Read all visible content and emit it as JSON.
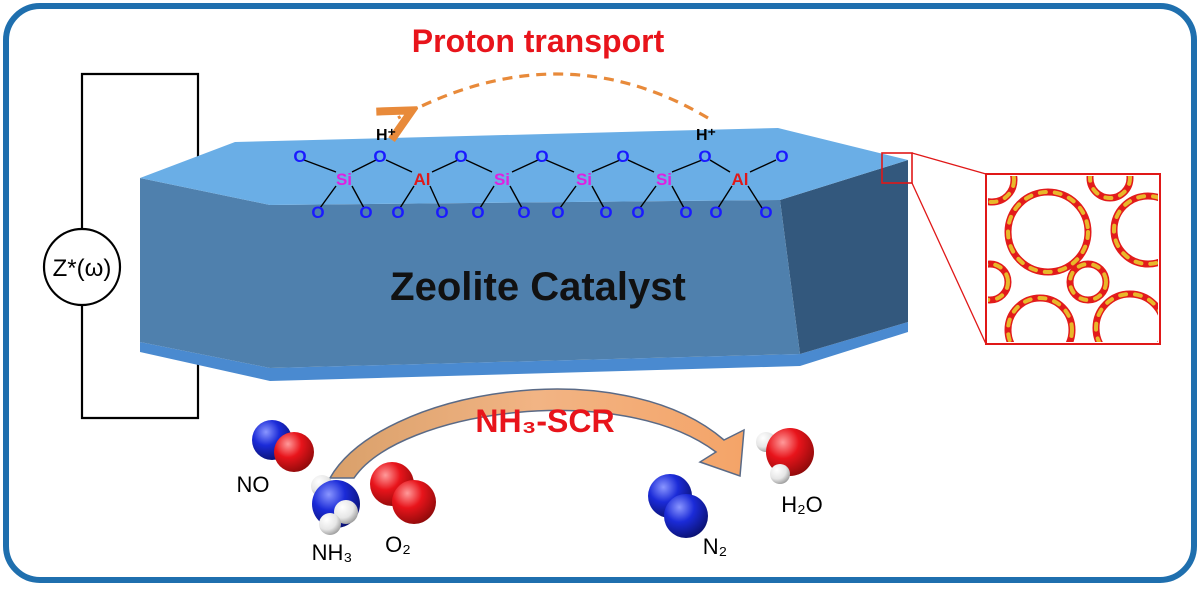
{
  "title": "Proton transport",
  "catalyst_label": "Zeolite Catalyst",
  "reaction_label": "NH₃-SCR",
  "impedance_label": "Z*(ω)",
  "proton_label": "H⁺",
  "framework_atoms": {
    "si": "Si",
    "al": "Al",
    "o": "O"
  },
  "reactants": {
    "no": "NO",
    "nh3": "NH₃",
    "o2": "O₂"
  },
  "products": {
    "n2": "N₂",
    "h2o": "H₂O"
  },
  "colors": {
    "frame": "#1f6fae",
    "slab_top": "#6aaee6",
    "slab_front": "#4f80ad",
    "slab_side": "#33587d",
    "title_red": "#e8141b",
    "arrow_orange": "#e88a3a",
    "framework_blue": "#1a1aff",
    "si_magenta": "#e020e0",
    "al_red": "#e01818",
    "oxygen_red": "#e21b1b",
    "nitrogen_blue": "#1b2bd8",
    "zeolite_gold": "#e8b82a"
  }
}
